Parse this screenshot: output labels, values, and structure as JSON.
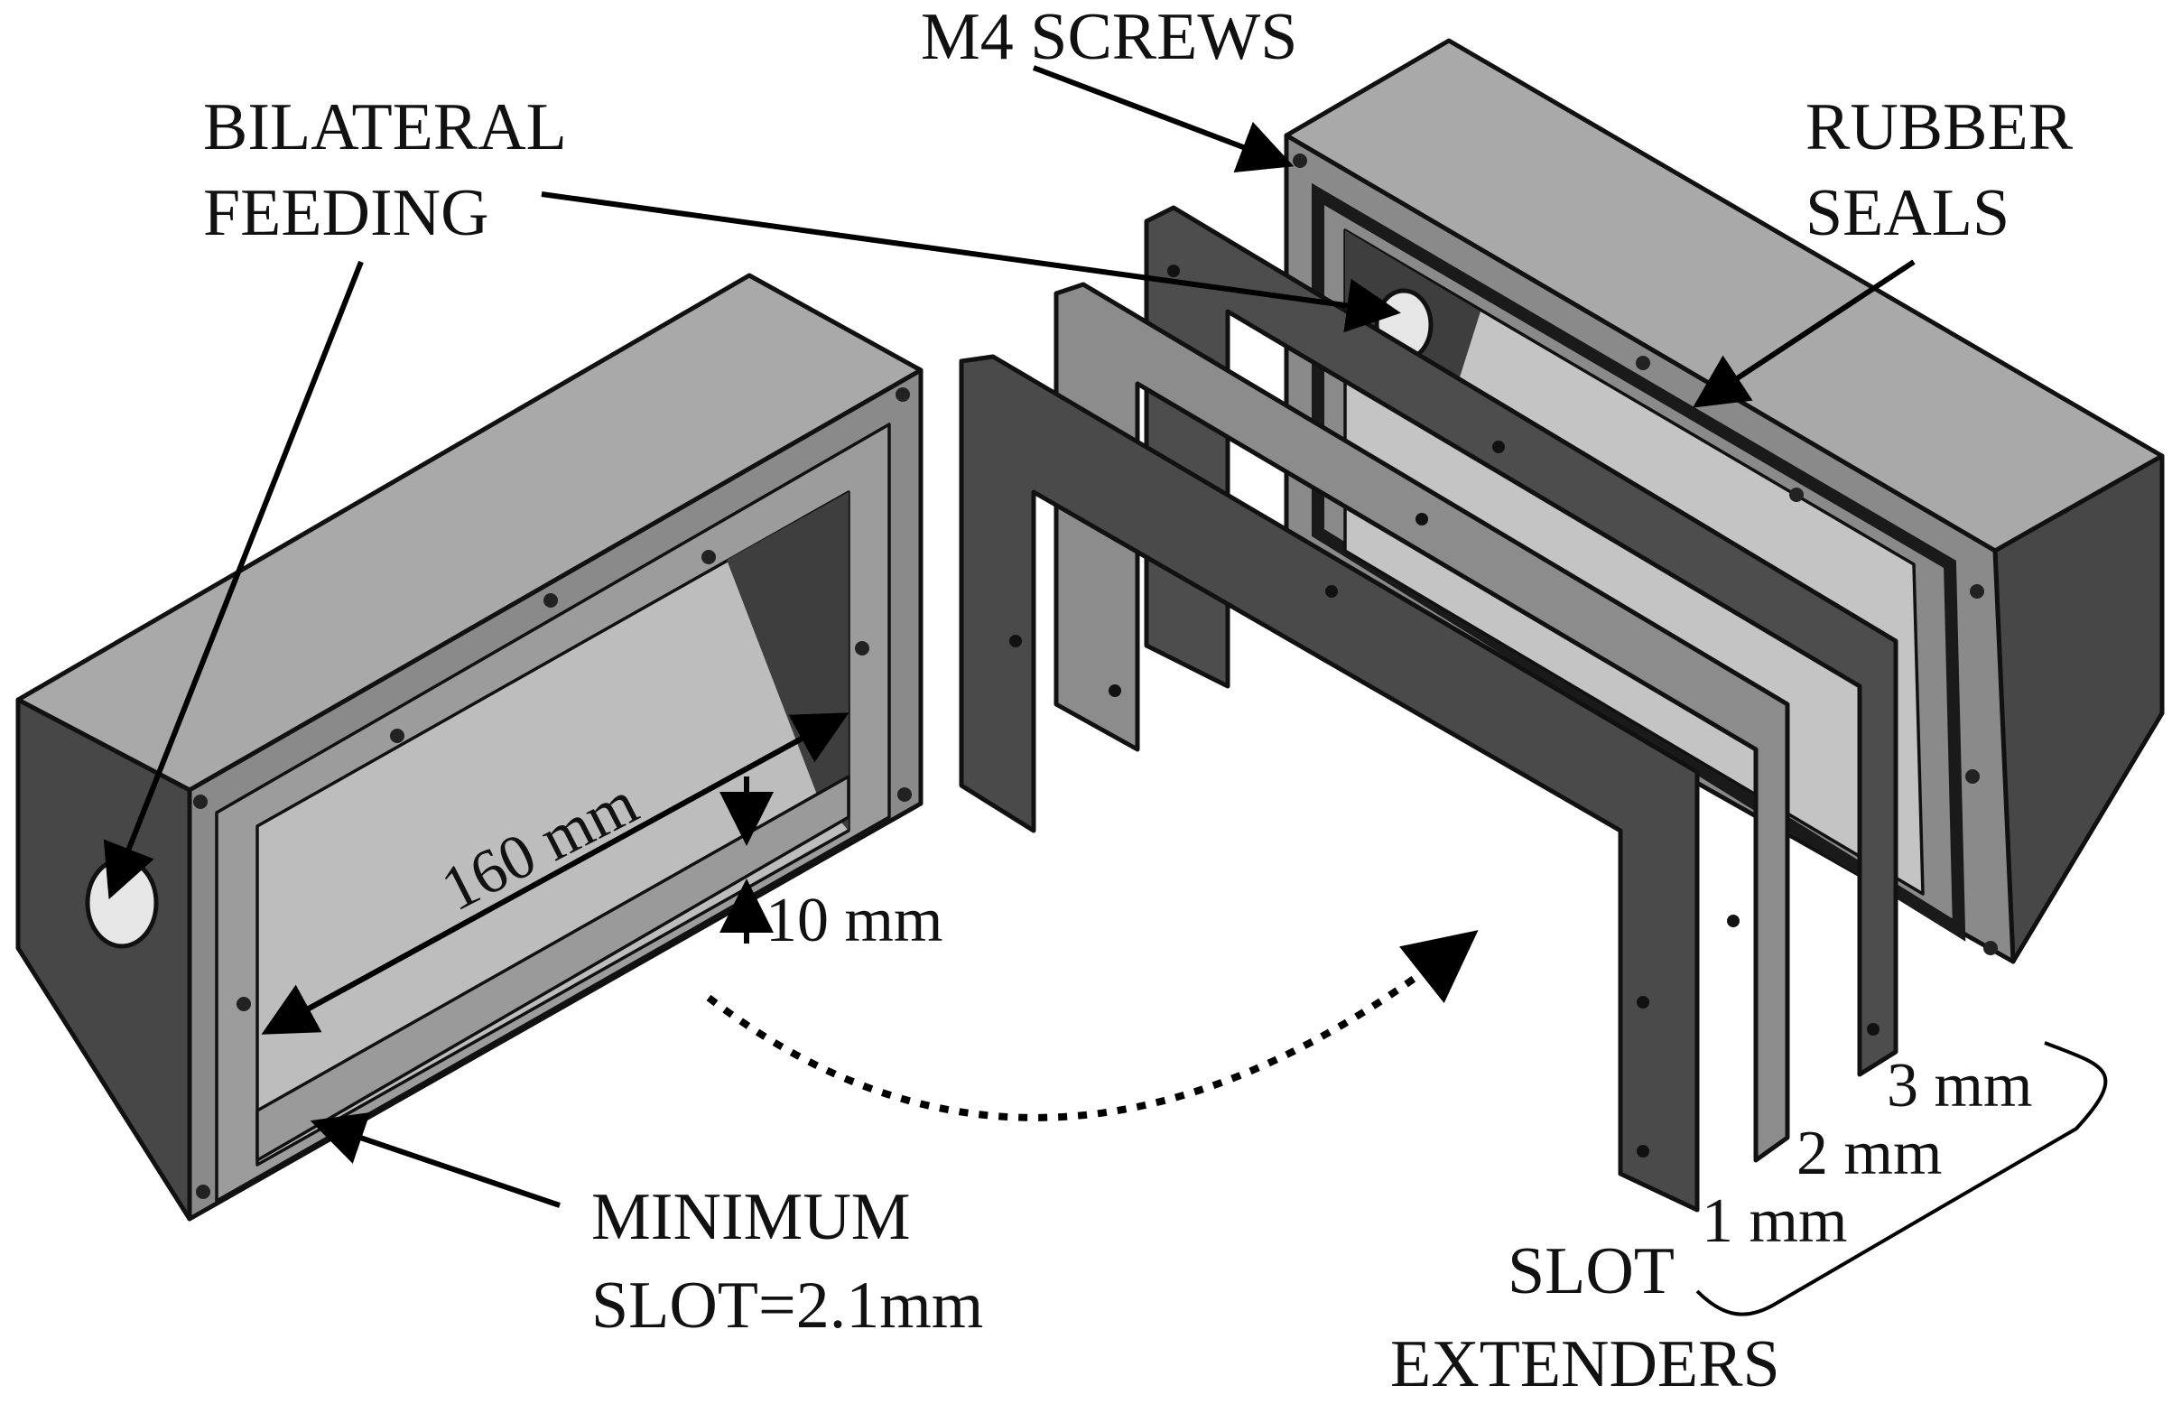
{
  "labels": {
    "m4_screws": "M4 SCREWS",
    "bilateral_1": "BILATERAL",
    "bilateral_2": "FEEDING",
    "rubber_1": "RUBBER",
    "rubber_2": "SEALS",
    "dim_length": "160 mm",
    "dim_height": "10 mm",
    "minimum_1": "MINIMUM",
    "minimum_2": "SLOT=2.1mm",
    "ext_3mm": "3 mm",
    "ext_2mm": "2 mm",
    "ext_1mm": "1 mm",
    "slot_1": "SLOT",
    "slot_2": "EXTENDERS"
  },
  "colors": {
    "dark": "#4a4a4a",
    "mid": "#8f8f8f",
    "light": "#bdbdbd",
    "top": "#a8a8a8",
    "outline": "#111111"
  }
}
